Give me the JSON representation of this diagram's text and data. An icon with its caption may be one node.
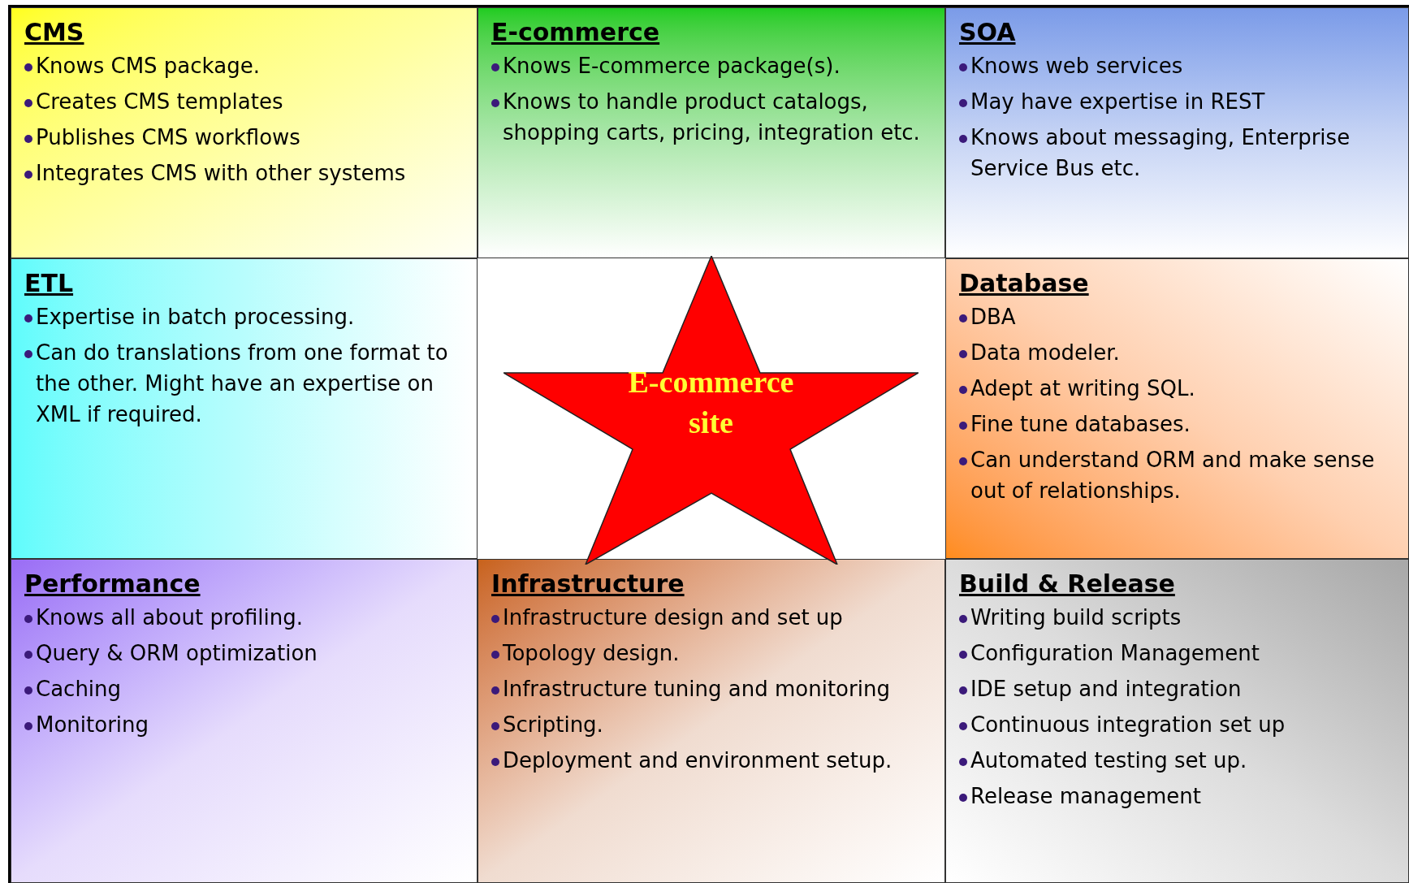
{
  "diagram": {
    "nodes": [
      {
        "text": [
          "CMS",
          "Knows CMS package.",
          "Creates CMS templates",
          "Publishes CMS workflows",
          "Integrates CMS with other systems"
        ]
      },
      {
        "text": [
          "E-commerce",
          "Knows E-commerce package(s).",
          "Knows to handle product catalogs, shopping carts, pricing, integration etc."
        ]
      },
      {
        "text": [
          "SOA",
          "Knows web services",
          "May have expertise in REST",
          "Knows about messaging, Enterprise Service Bus etc."
        ]
      },
      {
        "text": [
          "ETL",
          "Expertise in batch processing.",
          "Can do translations from one format to the other.  Might have an expertise on XML if required."
        ]
      },
      {
        "text": [
          "E-commerce site"
        ]
      },
      {
        "text": [
          "Database",
          "DBA",
          "Data modeler.",
          "Adept at writing SQL.",
          "Fine tune databases.",
          "Can understand ORM and make sense out of relationships."
        ]
      },
      {
        "text": [
          "Performance",
          "Knows all about profiling.",
          "Query & ORM optimization",
          "Caching",
          "Monitoring"
        ]
      },
      {
        "text": [
          "Infrastructure",
          "Infrastructure design and set up",
          "Topology design.",
          "Infrastructure tuning and monitoring",
          "Scripting.",
          "Deployment and environment setup."
        ]
      },
      {
        "text": [
          "Build & Release",
          "Writing build scripts",
          "Configuration Management",
          "IDE setup and integration",
          "Continuous integration set up",
          "Automated testing set up.",
          "Release management"
        ]
      }
    ]
  }
}
